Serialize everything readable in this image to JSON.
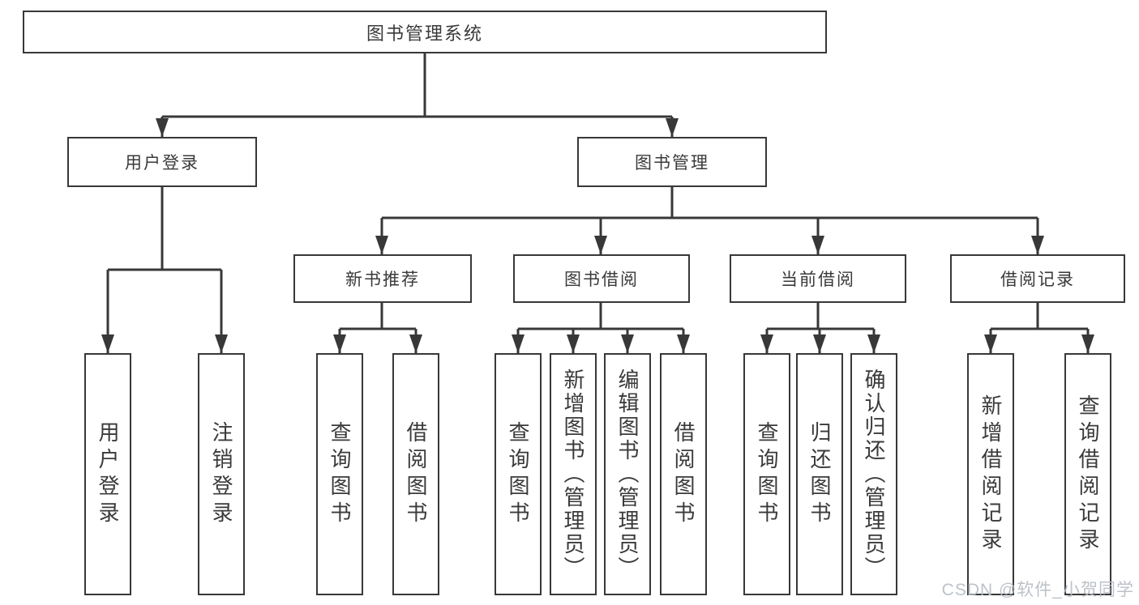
{
  "colors": {
    "line": "#383838",
    "text": "#3a3a3a",
    "watermark": "#b7bdc4"
  },
  "watermark": {
    "text": "CSDN @软件_小贺同学"
  },
  "tree": {
    "label": "图书管理系统",
    "children": [
      {
        "label": "用户登录",
        "children": [
          {
            "label": "用户登录"
          },
          {
            "label": "注销登录"
          }
        ]
      },
      {
        "label": "图书管理",
        "children": [
          {
            "label": "新书推荐",
            "children": [
              {
                "label": "查询图书"
              },
              {
                "label": "借阅图书"
              }
            ]
          },
          {
            "label": "图书借阅",
            "children": [
              {
                "label": "查询图书"
              },
              {
                "label": "新增图书（管理员）"
              },
              {
                "label": "编辑图书（管理员）"
              },
              {
                "label": "借阅图书"
              }
            ]
          },
          {
            "label": "当前借阅",
            "children": [
              {
                "label": "查询图书"
              },
              {
                "label": "归还图书"
              },
              {
                "label": "确认归还（管理员）"
              }
            ]
          },
          {
            "label": "借阅记录",
            "children": [
              {
                "label": "新增借阅记录"
              },
              {
                "label": "查询借阅记录"
              }
            ]
          }
        ]
      }
    ]
  }
}
